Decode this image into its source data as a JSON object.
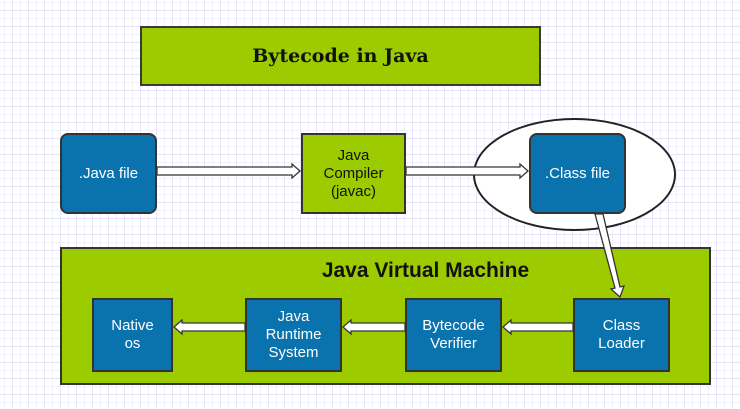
{
  "title": "Bytecode in Java",
  "nodes": {
    "java_file": ".Java file",
    "compiler": [
      "Java",
      "Compiler",
      "(javac)"
    ],
    "class_file": ".Class file",
    "jvm_title": "Java Virtual Machine",
    "class_loader": [
      "Class",
      "Loader"
    ],
    "bytecode_verifier": [
      "Bytecode",
      "Verifier"
    ],
    "runtime_system": [
      "Java",
      "Runtime",
      "System"
    ],
    "native_os": [
      "Native",
      "os"
    ]
  },
  "edges": [
    {
      "from": ".Java file",
      "to": "Java Compiler (javac)"
    },
    {
      "from": "Java Compiler (javac)",
      "to": ".Class file"
    },
    {
      "from": ".Class file",
      "to": "Class Loader"
    },
    {
      "from": "Class Loader",
      "to": "Bytecode Verifier"
    },
    {
      "from": "Bytecode Verifier",
      "to": "Java Runtime System"
    },
    {
      "from": "Java Runtime System",
      "to": "Native os"
    }
  ],
  "colors": {
    "green": "#9ccc00",
    "blue": "#0a72ad",
    "grid": "#e6e4fb"
  }
}
